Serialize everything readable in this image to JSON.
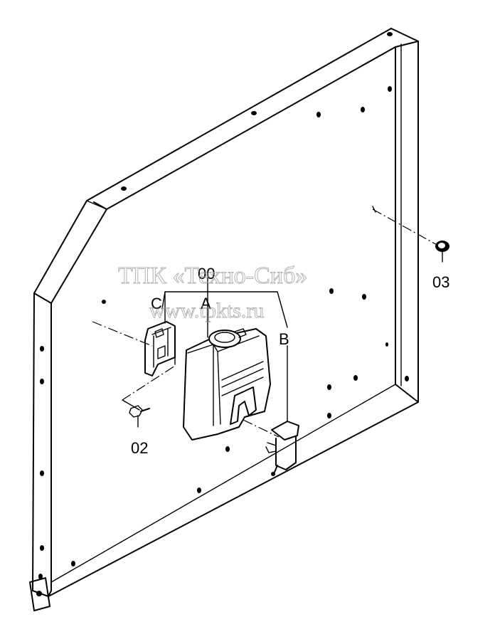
{
  "callouts": {
    "assembly": "00",
    "part_a": "A",
    "part_b": "B",
    "part_c": "C",
    "bolt": "02",
    "nut": "03"
  },
  "watermark": {
    "line1": "ТПК «Техно-Сиб»",
    "line2": "www.tpkts.ru"
  },
  "colors": {
    "ink": "#000000",
    "watermark": "#9a9a9a",
    "background": "#ffffff"
  }
}
